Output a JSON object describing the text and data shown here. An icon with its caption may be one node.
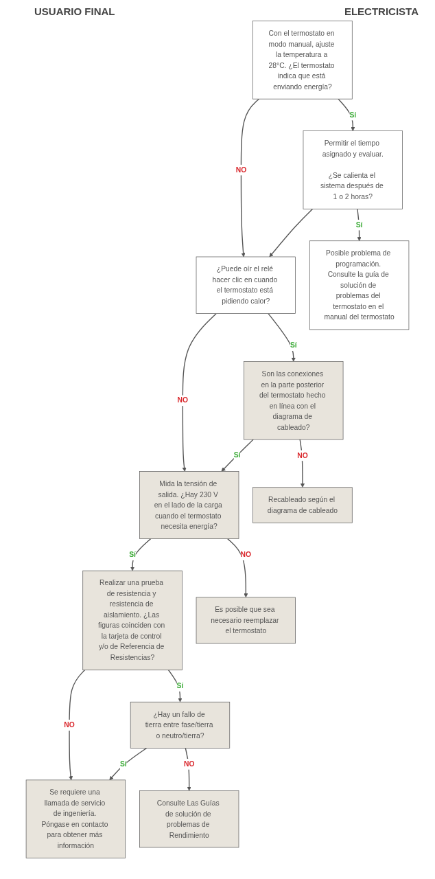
{
  "diagram": {
    "nodes": [
      {
        "text": [
          "Con el termostato en modo manual, ajuste la temperatura a 28°C. ¿El termostato indica que está enviando energía?"
        ]
      },
      {
        "text": [
          "¿Puede oír el relé hacer clic en cuando el termostato está pidiendo calor?"
        ]
      },
      {
        "text": [
          "Son las conexiones en la parte posterior del termostato hecho en línea con el diagrama de cableado?"
        ]
      },
      {
        "text": [
          "Permitir el tiempo asignado y evaluar.",
          "¿Se calienta el sistema después de 1 o 2 horas?"
        ]
      },
      {
        "text": [
          "Mida la tensión de salida. ¿Hay 230 V en el lado de la carga cuando el termostato necesita energía?"
        ]
      },
      {
        "text": [
          "Recableado según el diagrama de cableado"
        ]
      },
      {
        "text": [
          "Posible problema de programación. Consulte la guía de solución de problemas del termostato en el manual del termostato"
        ]
      },
      {
        "text": [
          "Realizar una prueba de resistencia y resistencia de aislamiento. ¿Las figuras coinciden con la tarjeta de control y/o de Referencia de Resistencias?"
        ]
      },
      {
        "text": [
          "Es posible que sea necesario reemplazar el termostato"
        ]
      },
      {
        "text": [
          "Se requiere una llamada de servicio de ingeniería. Póngase en contacto para obtener más información"
        ]
      },
      {
        "text": [
          "¿Hay un fallo de tierra entre fase/tierra o neutro/tierra?"
        ]
      },
      {
        "text": [
          "Consulte Las Guías de solución de problemas de Rendimiento"
        ]
      }
    ],
    "edges": [
      {
        "from": 0,
        "to": 1,
        "label": "NO",
        "arrow": "to"
      },
      {
        "from": 3,
        "to": 1,
        "arrow": "to"
      },
      {
        "from": 1,
        "to": 2,
        "label": "Sí",
        "arrow": "to"
      },
      {
        "from": 1,
        "to": 4,
        "label": "NO",
        "arrow": "to"
      },
      {
        "from": 2,
        "to": 4,
        "label": "Sí",
        "arrow": "to"
      },
      {
        "from": 2,
        "to": 5,
        "label": "NO",
        "arrow": "to"
      },
      {
        "from": 0,
        "to": 3,
        "label": "Sí",
        "arrow": "to"
      },
      {
        "from": 3,
        "to": 6,
        "label": "Sí",
        "arrow": "to"
      },
      {
        "from": 4,
        "to": 7,
        "label": "Sí",
        "arrow": "to"
      },
      {
        "from": 4,
        "to": 8,
        "label": "NO",
        "arrow": "to"
      },
      {
        "from": 7,
        "to": 9,
        "label": "NO",
        "arrow": "to"
      },
      {
        "from": 7,
        "to": 10,
        "label": "Sí",
        "arrow": "to"
      },
      {
        "from": 10,
        "to": 9,
        "label": "Sí",
        "arrow": "to"
      },
      {
        "from": 10,
        "to": 11,
        "label": "NO",
        "arrow": "to"
      }
    ],
    "labels": [
      "USUARIO FINAL",
      "ELECTRICISTA"
    ]
  }
}
